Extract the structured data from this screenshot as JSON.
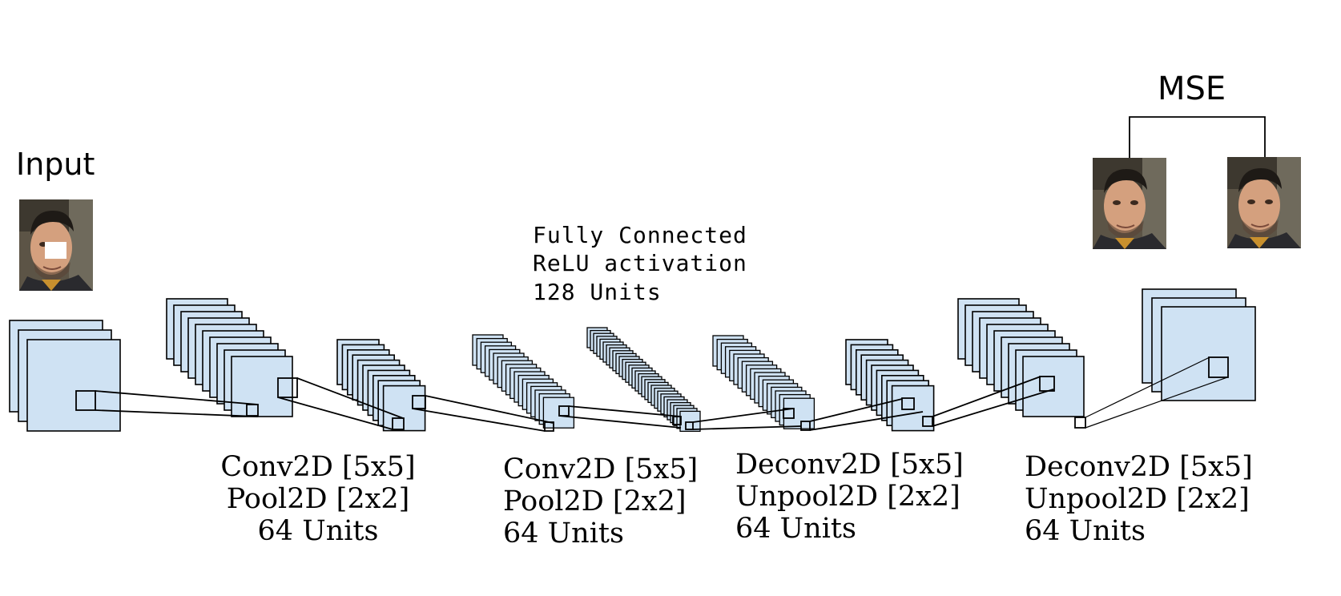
{
  "input": {
    "title": "Input"
  },
  "loss": {
    "title": "MSE"
  },
  "fully_connected": {
    "lines": [
      "Fully Connected",
      "ReLU activation",
      "128 Units"
    ]
  },
  "layers": [
    {
      "lines": [
        "Conv2D [5x5]",
        "Pool2D [2x2]",
        "64 Units"
      ]
    },
    {
      "lines": [
        "Conv2D [5x5]",
        "Pool2D [2x2]",
        "64 Units"
      ]
    },
    {
      "lines": [
        "Deconv2D [5x5]",
        "Unpool2D [2x2]",
        "64 Units"
      ]
    },
    {
      "lines": [
        "Deconv2D [5x5]",
        "Unpool2D [2x2]",
        "64 Units"
      ]
    }
  ],
  "images": {
    "input_face": "face-photo-with-occlusion",
    "output_face": "reconstructed-face-photo",
    "target_face": "ground-truth-face-photo"
  },
  "colors": {
    "feature_map_fill": "#cfe2f3",
    "stroke": "#000000",
    "occlusion": "#ffffff"
  }
}
